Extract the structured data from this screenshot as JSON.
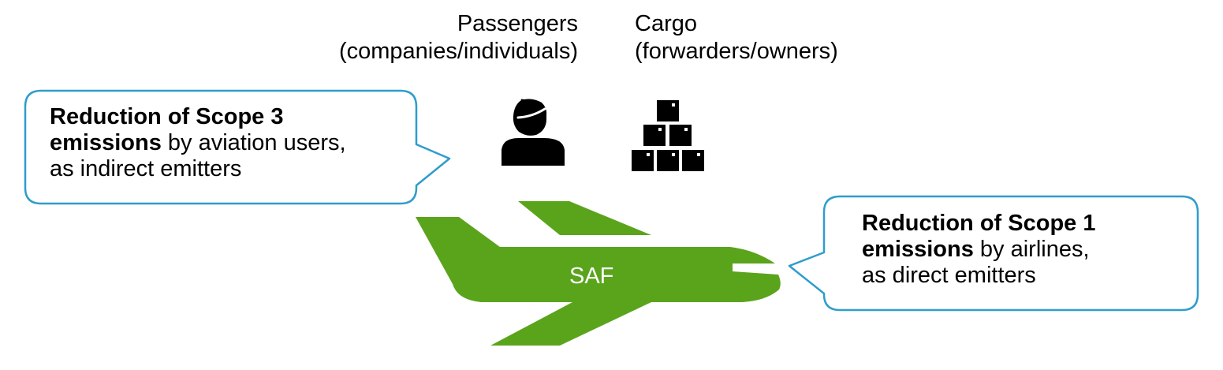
{
  "colors": {
    "plane": "#5aa41c",
    "callout_border": "#2f9ccc",
    "icon": "#000000",
    "text": "#000000",
    "plane_label": "#ffffff"
  },
  "icons": {
    "passenger": "person-icon",
    "cargo": "boxes-icon",
    "airplane": "airplane-icon"
  },
  "passengers": {
    "title": "Passengers",
    "subtitle": "(companies/individuals)"
  },
  "cargo": {
    "title": "Cargo",
    "subtitle": "(forwarders/owners)"
  },
  "plane": {
    "label": "SAF"
  },
  "scope3_callout": {
    "bold_line1": "Reduction of Scope 3",
    "bold_line2": "emissions",
    "rest_line2": " by aviation users,",
    "line3": "as indirect emitters"
  },
  "scope1_callout": {
    "bold_line1": "Reduction of Scope 1",
    "bold_line2": "emissions",
    "rest_line2": " by airlines,",
    "line3": "as direct emitters"
  }
}
